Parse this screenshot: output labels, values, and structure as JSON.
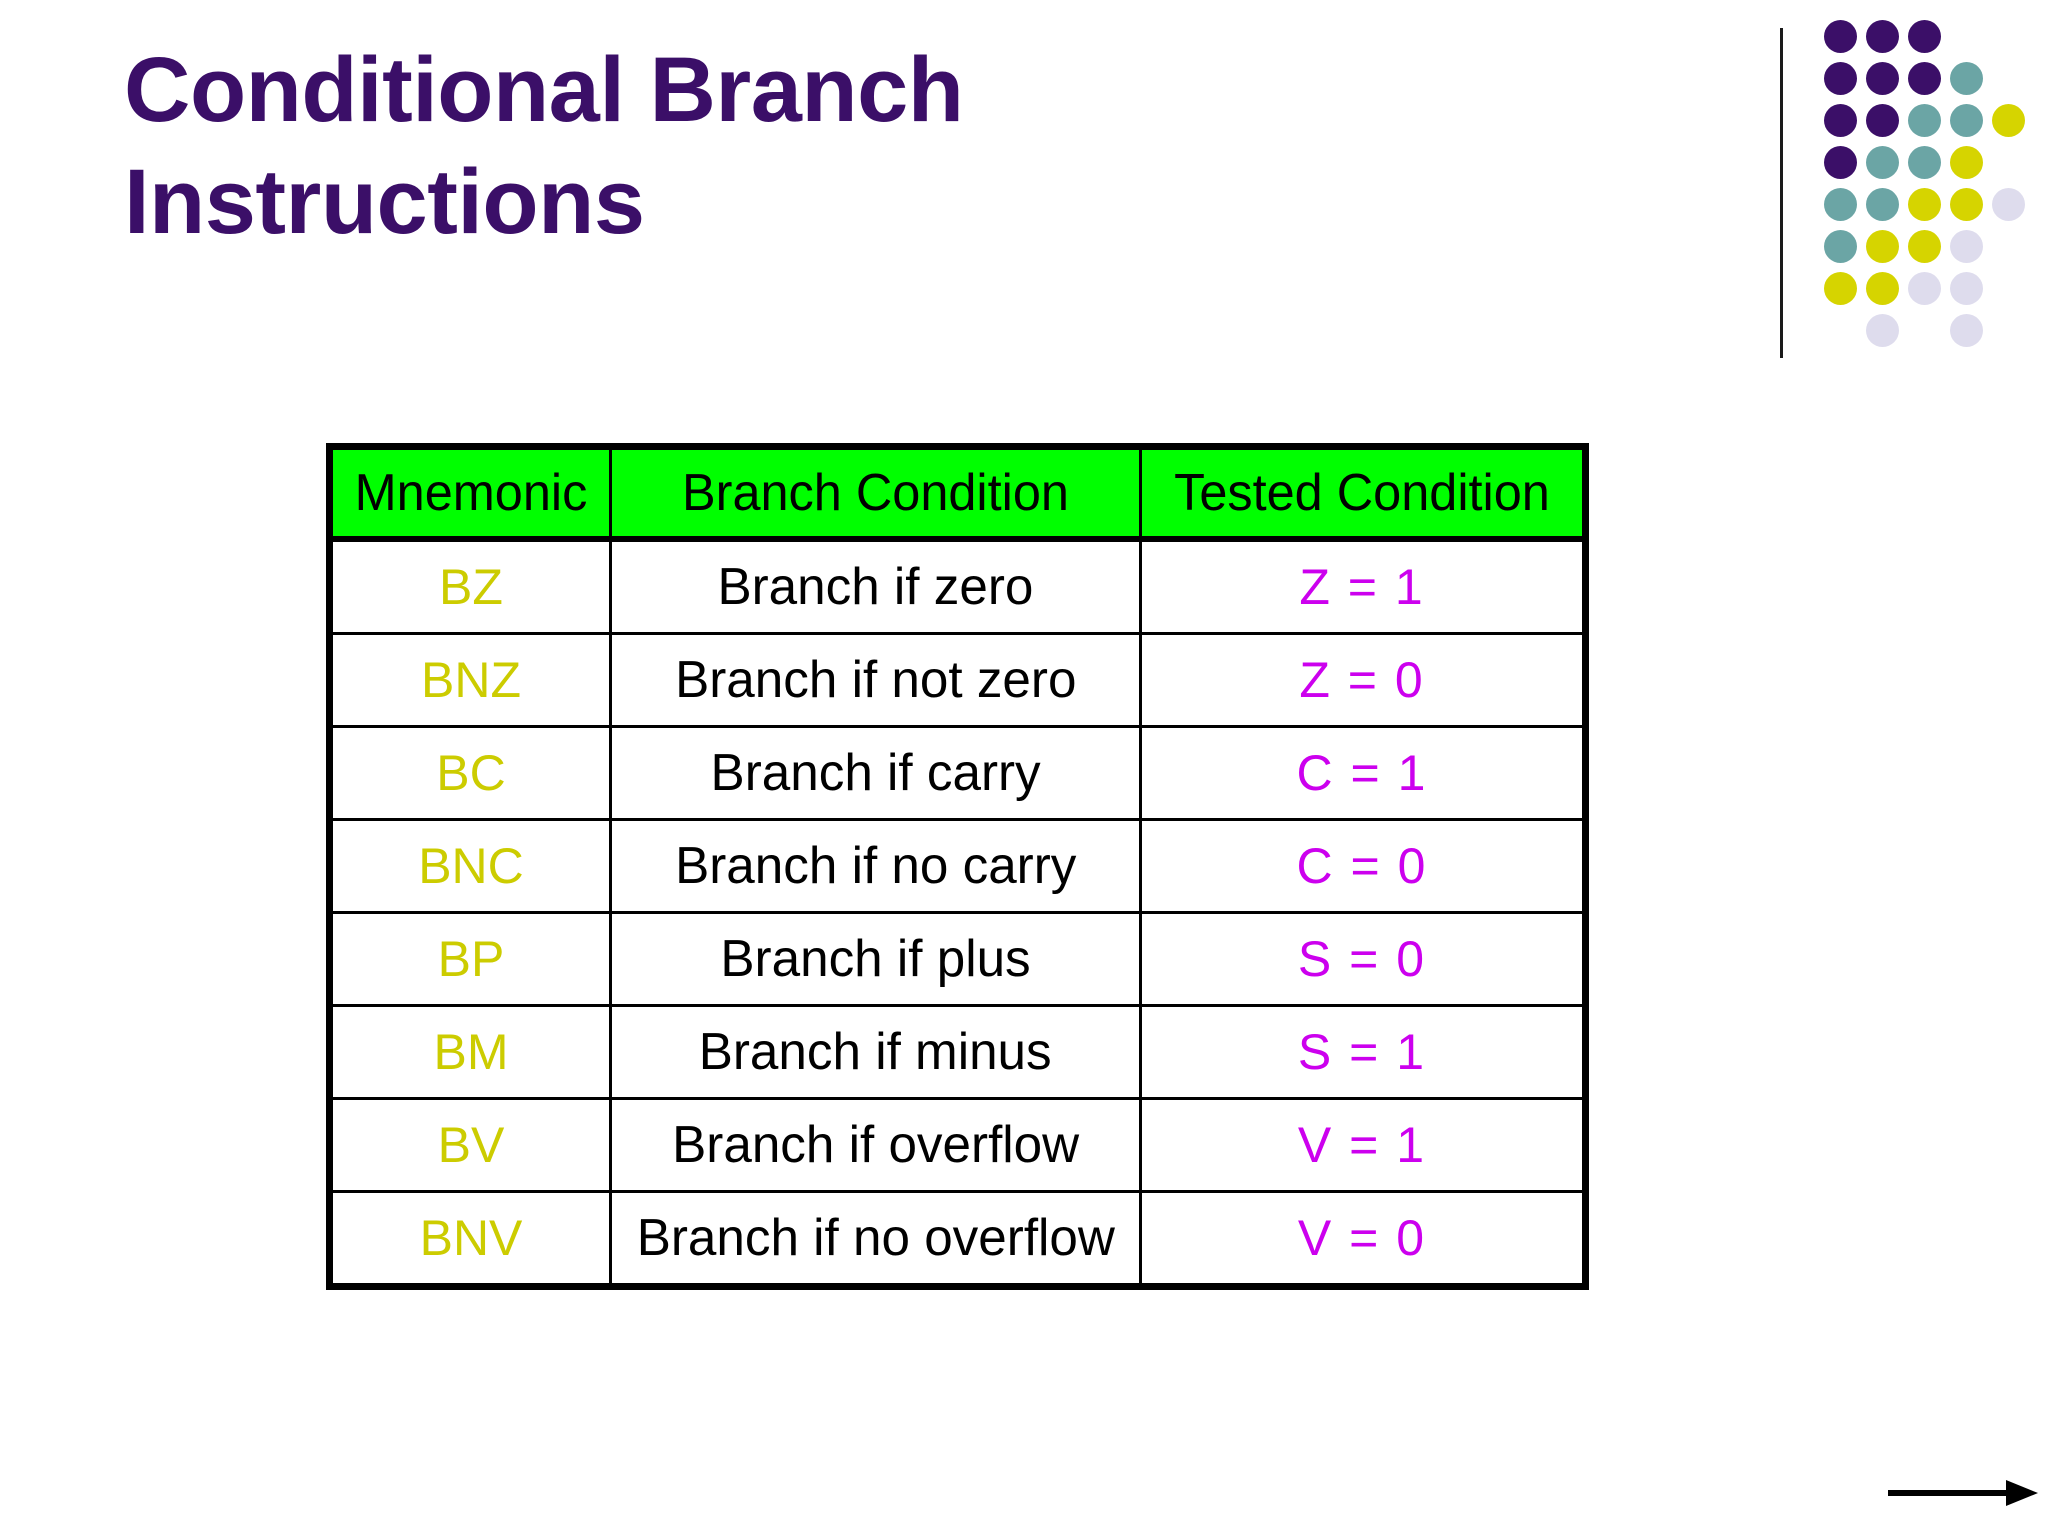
{
  "slide": {
    "title_lines": [
      "Conditional Branch",
      "Instructions"
    ],
    "title_color": "#3b0f68",
    "background_color": "#ffffff"
  },
  "logo": {
    "name": "decorative-dot-grid-logo",
    "colors": {
      "purple": "#3b0f68",
      "teal": "#6ba5a5",
      "yellow": "#d6d400",
      "lavender": "#dedced",
      "rule": "#1a1a1a"
    },
    "rows": [
      [
        "purple",
        "purple",
        "purple"
      ],
      [
        "purple",
        "purple",
        "purple",
        "teal"
      ],
      [
        "purple",
        "purple",
        "teal",
        "teal",
        "yellow"
      ],
      [
        "purple",
        "teal",
        "teal",
        "yellow"
      ],
      [
        "teal",
        "teal",
        "yellow",
        "yellow",
        "lavender"
      ],
      [
        "teal",
        "yellow",
        "yellow",
        "lavender"
      ],
      [
        "yellow",
        "yellow",
        "lavender",
        "lavender"
      ],
      [
        "blank",
        "lavender",
        "blank",
        "lavender"
      ]
    ]
  },
  "table": {
    "header_background": "#00ff00",
    "mnemonic_color": "#cccc00",
    "condition_color": "#000000",
    "tested_color": "#cc00ee",
    "border_color": "#000000",
    "columns": [
      "Mnemonic",
      "Branch Condition",
      "Tested Condition"
    ],
    "rows": [
      {
        "mnemonic": "BZ",
        "condition": "Branch if zero",
        "tested": "Z = 1"
      },
      {
        "mnemonic": "BNZ",
        "condition": "Branch if not zero",
        "tested": "Z = 0"
      },
      {
        "mnemonic": "BC",
        "condition": "Branch if carry",
        "tested": "C = 1"
      },
      {
        "mnemonic": "BNC",
        "condition": "Branch if no carry",
        "tested": "C = 0"
      },
      {
        "mnemonic": "BP",
        "condition": "Branch if plus",
        "tested": "S = 0"
      },
      {
        "mnemonic": "BM",
        "condition": "Branch if minus",
        "tested": "S = 1"
      },
      {
        "mnemonic": "BV",
        "condition": "Branch if overflow",
        "tested": "V = 1"
      },
      {
        "mnemonic": "BNV",
        "condition": "Branch if no overflow",
        "tested": "V = 0"
      }
    ]
  },
  "navigation": {
    "next_arrow_icon": "arrow-right-icon",
    "arrow_color": "#000000"
  }
}
